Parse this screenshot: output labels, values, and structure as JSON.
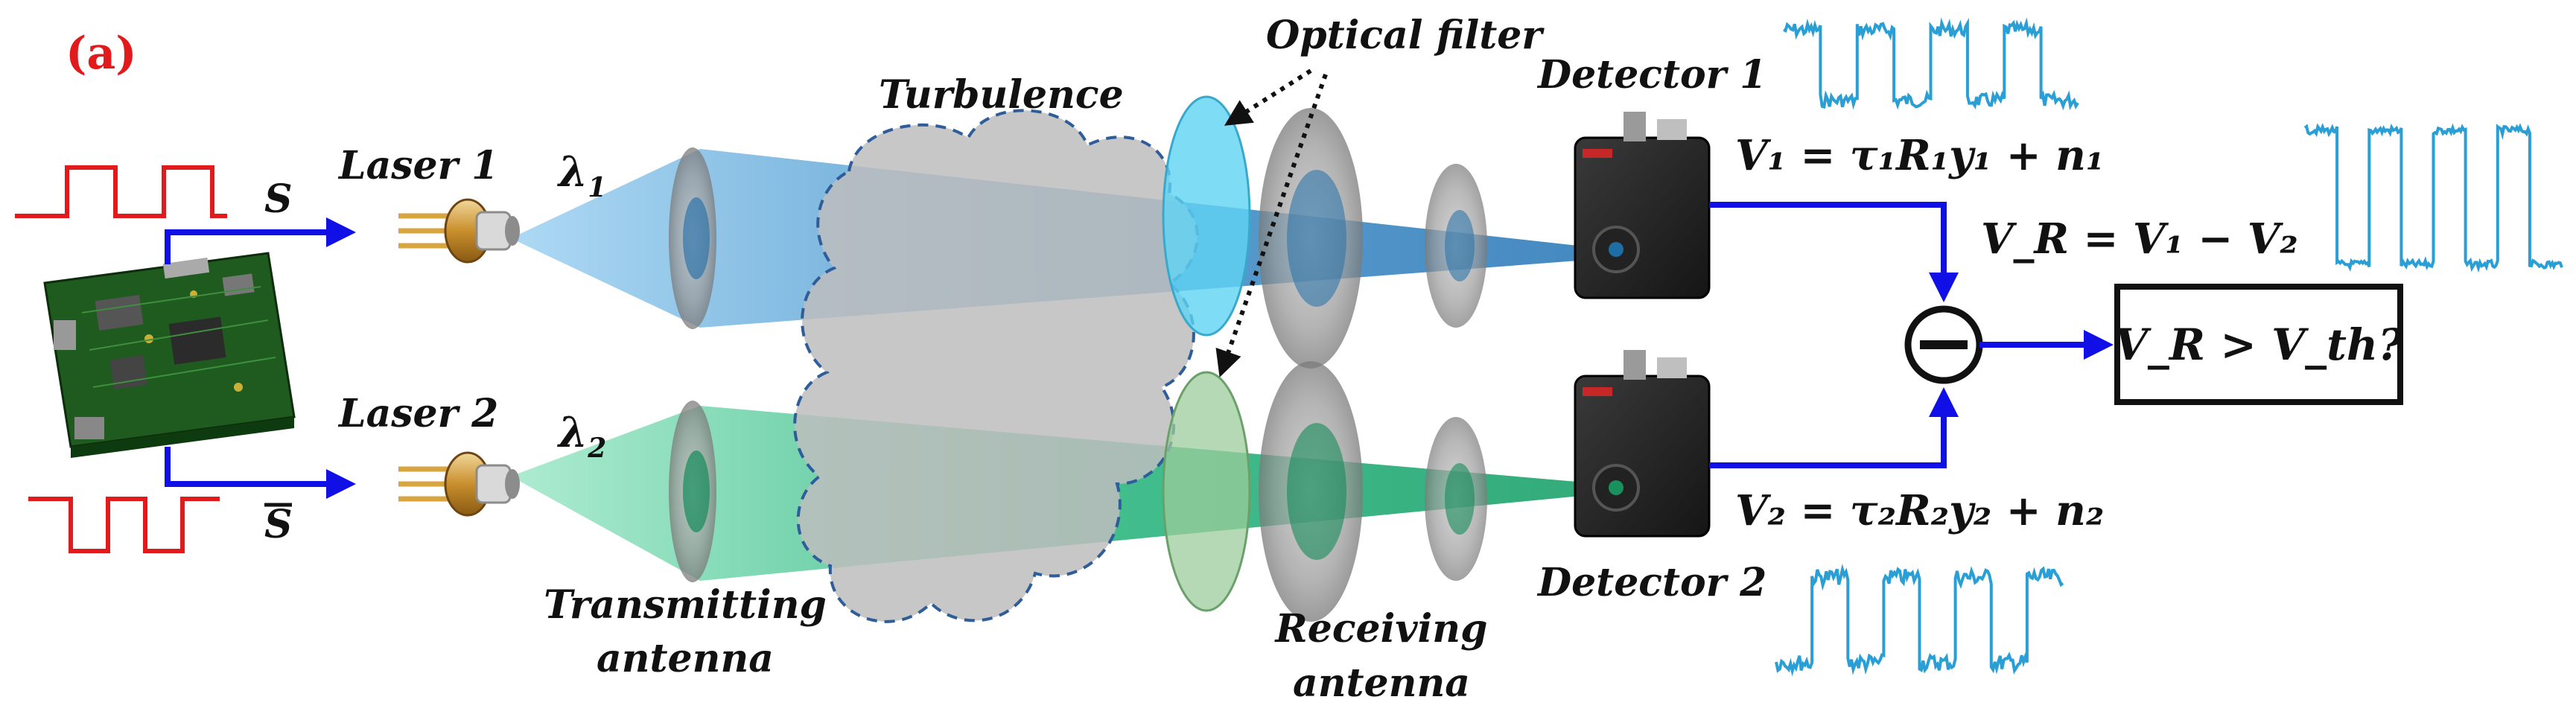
{
  "panel_label": "(a)",
  "labels": {
    "laser1": "Laser 1",
    "laser2": "Laser 2",
    "lambda1": "λ",
    "lambda1_sub": "1",
    "lambda2": "λ",
    "lambda2_sub": "2",
    "signal_s": "S",
    "signal_s_bar": "S",
    "turbulence": "Turbulence",
    "optical_filter": "Optical filter",
    "detector1": "Detector 1",
    "detector2": "Detector 2",
    "transmitting_line1": "Transmitting",
    "transmitting_line2": "antenna",
    "receiving_line1": "Receiving",
    "receiving_line2": "antenna"
  },
  "equations": {
    "v1": "V₁ = τ₁R₁y₁ + n₁",
    "v2": "V₂ = τ₂R₂y₂ + n₂",
    "vr": "V_R = V₁ − V₂",
    "decision": "V_R > V_th?"
  },
  "colors": {
    "arrow_blue": "#1010e6",
    "signal_red": "#e31a1c",
    "waveform_blue": "#2a9fd6",
    "beam1": "#4aa8e0",
    "beam2": "#2fbf8a",
    "filter_cyan": "#5fd3f3",
    "turbulence_gray": "#bdbdbd",
    "panel_red": "#e31a1c"
  },
  "icons": {
    "board": "circuit-board-icon",
    "laser": "laser-diode-icon",
    "detector": "photodetector-icon",
    "subtractor": "subtractor-icon"
  }
}
